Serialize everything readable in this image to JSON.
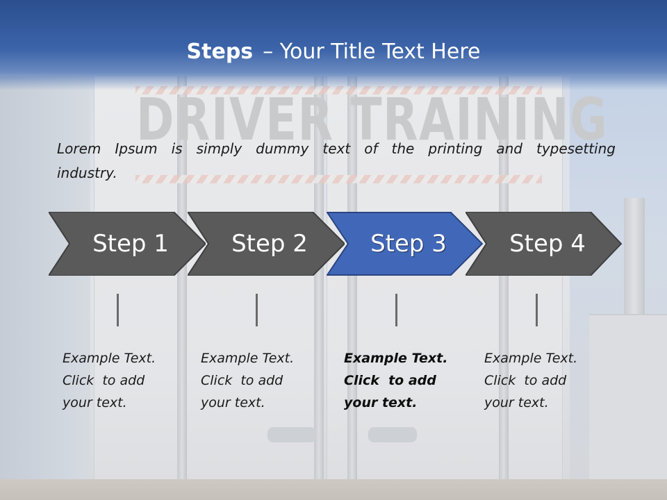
{
  "slide": {
    "title_bold": "Steps",
    "title_rest": "– Your Title Text Here",
    "intro_line1": "Lorem Ipsum is simply dummy text of the printing and typesetting",
    "intro_line2": "industry.",
    "background_lettering": "DRIVER TRAINING",
    "colors": {
      "header_blue": "#2b4f8f",
      "active_step": "#4168b8",
      "inactive_step": "#5a5a5a",
      "text": "#1a1a1a"
    }
  },
  "steps": [
    {
      "label": "Step 1",
      "active": false,
      "caption": [
        "Example Text.",
        "Click  to add",
        "your text."
      ]
    },
    {
      "label": "Step 2",
      "active": false,
      "caption": [
        "Example Text.",
        "Click  to add",
        "your text."
      ]
    },
    {
      "label": "Step 3",
      "active": true,
      "caption": [
        "Example Text.",
        "Click  to add",
        "your text."
      ]
    },
    {
      "label": "Step 4",
      "active": false,
      "caption": [
        "Example Text.",
        "Click  to add",
        "your text."
      ]
    }
  ]
}
